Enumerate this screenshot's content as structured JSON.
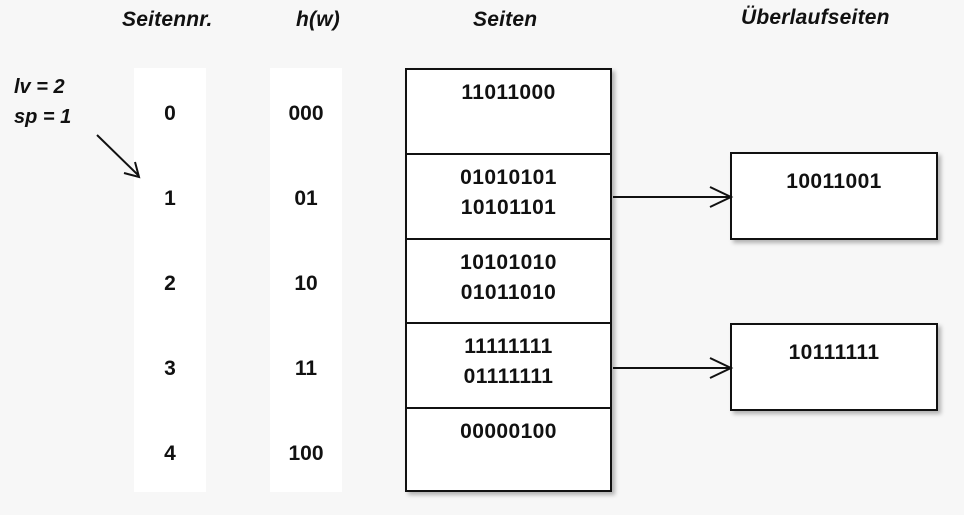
{
  "headers": {
    "page_number": "Seitennr.",
    "hash": "h(w)",
    "pages": "Seiten",
    "overflow_pages": "Überlaufseiten"
  },
  "params": {
    "lv": "lv = 2",
    "sp": "sp = 1"
  },
  "page_numbers": [
    "0",
    "1",
    "2",
    "3",
    "4"
  ],
  "hash_values": [
    "000",
    "01",
    "10",
    "11",
    "100"
  ],
  "pages": [
    {
      "entries": [
        "11011000"
      ]
    },
    {
      "entries": [
        "01010101",
        "10101101"
      ]
    },
    {
      "entries": [
        "10101010",
        "01011010"
      ]
    },
    {
      "entries": [
        "11111111",
        "01111111"
      ]
    },
    {
      "entries": [
        "00000100"
      ]
    }
  ],
  "overflow_pages": [
    {
      "from_row": 1,
      "entries": [
        "10011001"
      ]
    },
    {
      "from_row": 3,
      "entries": [
        "10111111"
      ]
    }
  ],
  "colors": {
    "background": "#f7f7f7",
    "panel": "#ffffff",
    "stroke": "#111111",
    "text": "#111111"
  }
}
